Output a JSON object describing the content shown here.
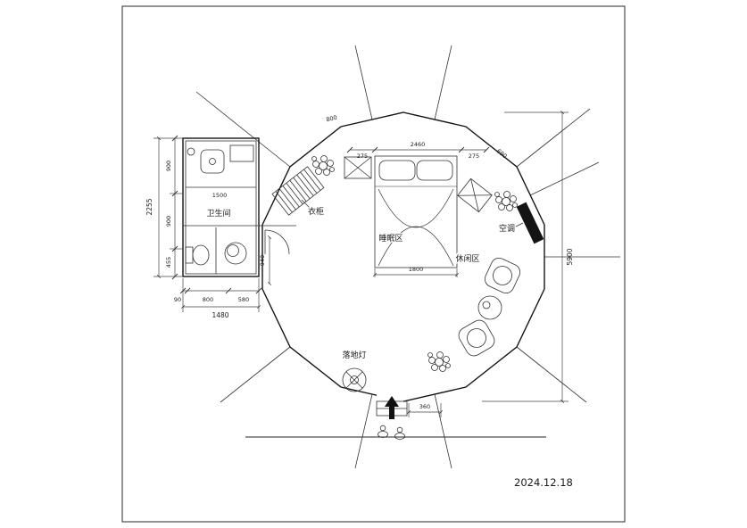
{
  "date_label": "2024.12.18",
  "labels": {
    "bathroom": "卫生间",
    "wardrobe": "衣柜",
    "sleeping_area": "睡眠区",
    "leisure_area": "休闲区",
    "air_conditioner": "空调",
    "floor_lamp": "落地灯"
  },
  "dimensions": {
    "overall_height": "5900",
    "bed_width": "1800",
    "entry_width": "360",
    "door_offset": "940",
    "top_edge_left": "800",
    "top_left_margin": "275",
    "top_span": "2460",
    "top_right_margin": "275",
    "top_edge_right": "690",
    "bathroom": {
      "width_total": "1480",
      "width_seg_a": "90",
      "width_seg_b": "800",
      "width_seg_c": "580",
      "height_total": "2255",
      "height_seg_a": "900",
      "height_seg_b": "900",
      "height_seg_c": "455",
      "counter_width": "1500"
    }
  }
}
